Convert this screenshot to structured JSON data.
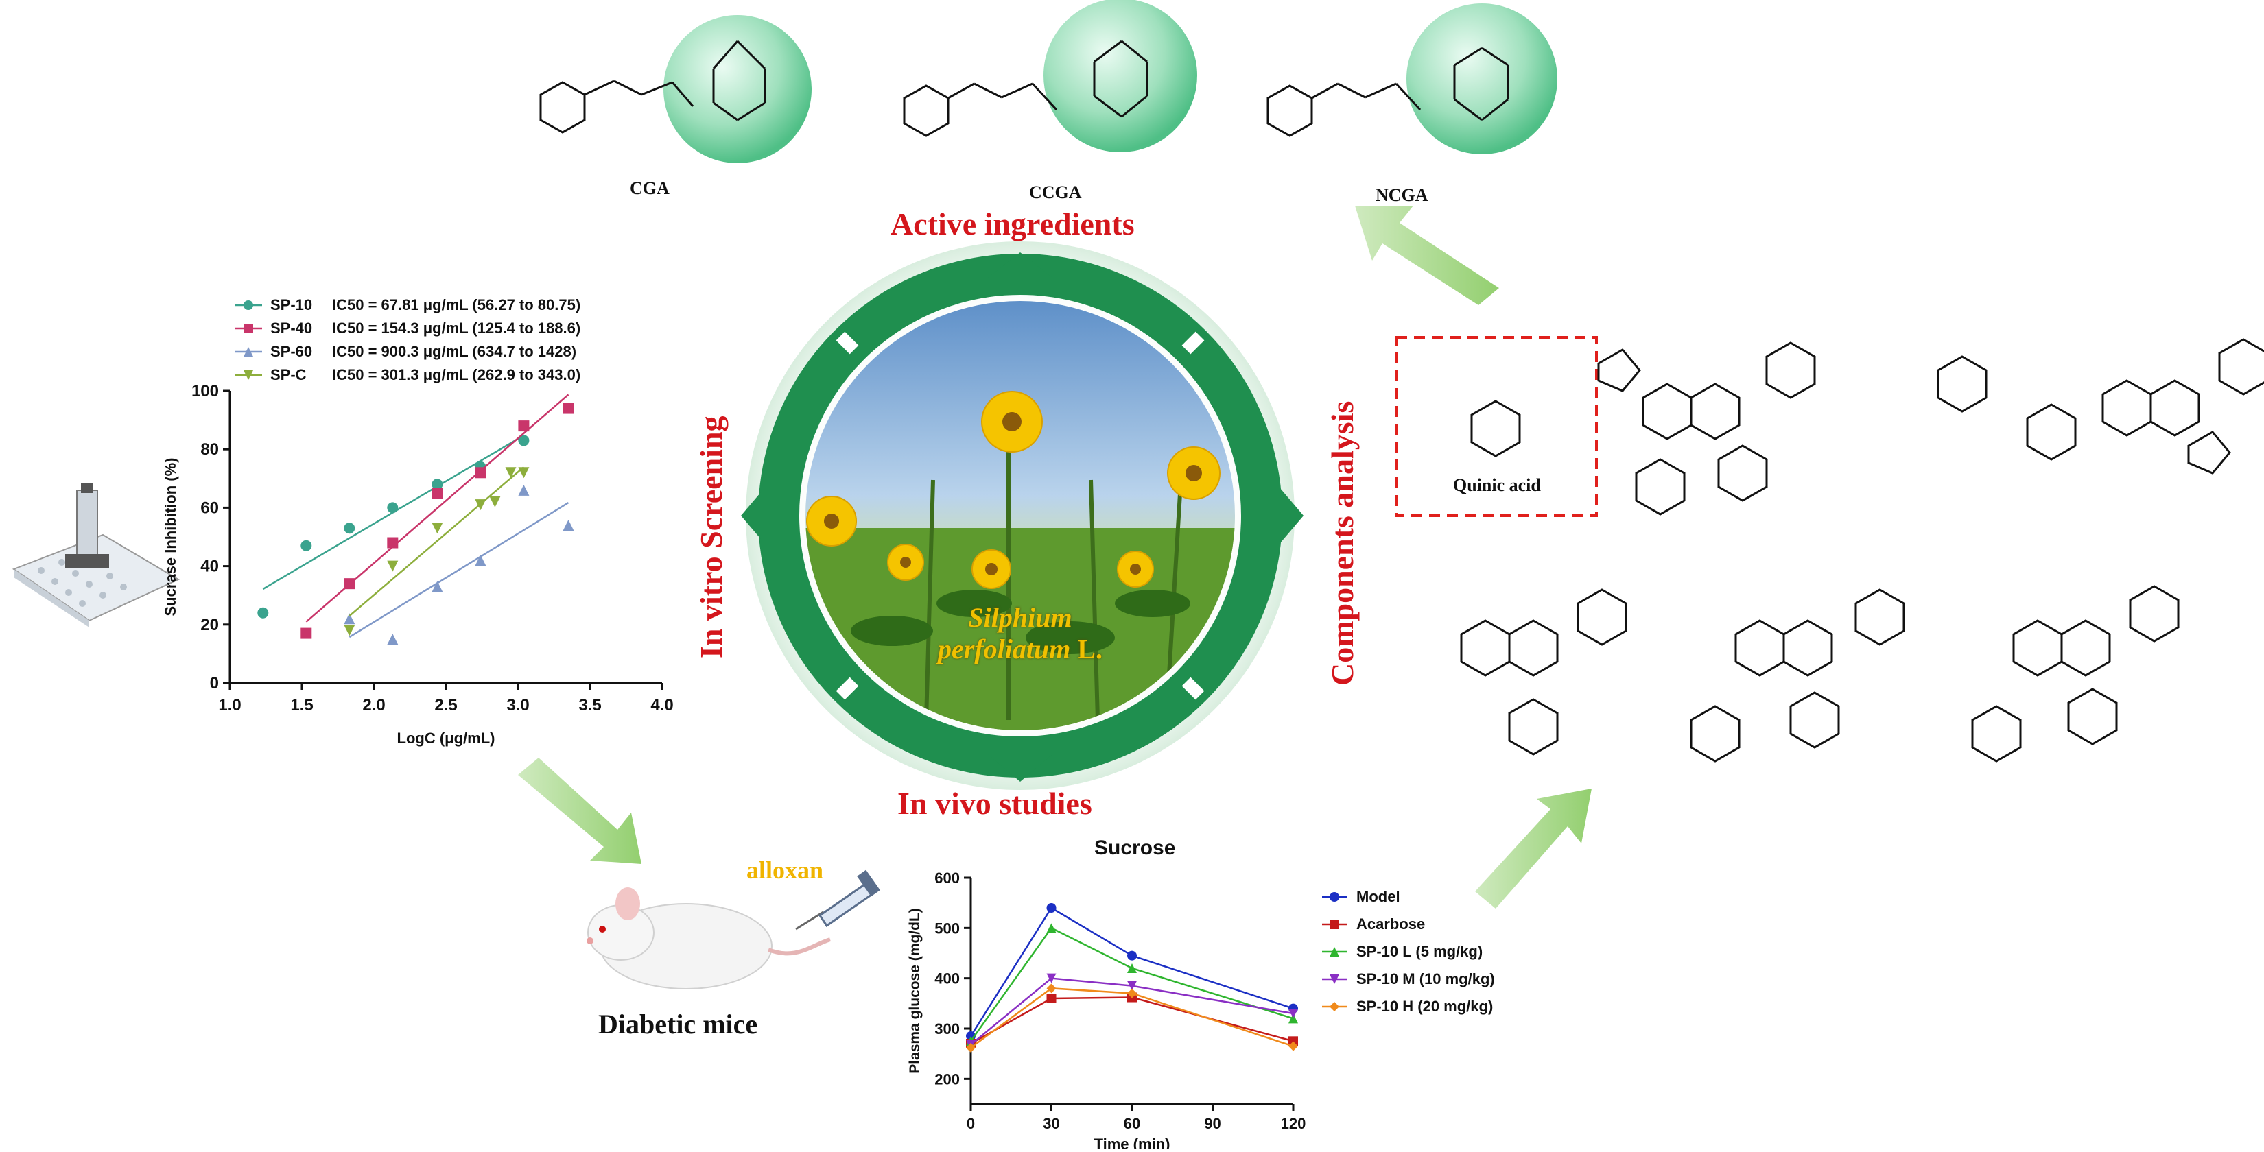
{
  "sections": {
    "active_ingredients": "Active ingredients",
    "in_vitro": "In vitro Screening",
    "components": "Components analysis",
    "in_vivo": "In vivo studies"
  },
  "center": {
    "line1": "Silphium",
    "line2": "perfoliatum",
    "line3": "L."
  },
  "molecules": {
    "cga": "CGA",
    "ccga": "CCGA",
    "ncga": "NCGA",
    "quinic": "Quinic acid"
  },
  "mouse": {
    "label": "Diabetic mice",
    "agent": "alloxan"
  },
  "colors": {
    "accent_red": "#d4161c",
    "green_dark": "#1f8f4f",
    "arrow_green": "#a8d88a",
    "alloxan": "#f0b400"
  },
  "chart_data": [
    {
      "type": "scatter",
      "title": "",
      "xlabel": "LogC (μg/mL)",
      "ylabel": "Sucrase Inhibition (%)",
      "xlim": [
        1.0,
        4.0
      ],
      "ylim": [
        0,
        100
      ],
      "xticks": [
        "1.0",
        "1.5",
        "2.0",
        "2.5",
        "3.0",
        "3.5",
        "4.0"
      ],
      "yticks": [
        "0",
        "20",
        "40",
        "60",
        "80",
        "100"
      ],
      "legend_position": "top-left",
      "series": [
        {
          "name": "SP-10",
          "ic50_text": "IC50 = 67.81 μg/mL (56.27 to 80.75)",
          "color": "#3aa38e",
          "marker": "circle",
          "x": [
            1.23,
            1.53,
            1.83,
            2.13,
            2.44,
            2.74,
            3.04
          ],
          "y": [
            24,
            47,
            53,
            60,
            68,
            74,
            83
          ]
        },
        {
          "name": "SP-40",
          "ic50_text": "IC50 = 154.3 μg/mL (125.4 to 188.6)",
          "color": "#c9356a",
          "marker": "square",
          "x": [
            1.53,
            1.83,
            2.13,
            2.44,
            2.74,
            3.04,
            3.35
          ],
          "y": [
            17,
            34,
            48,
            65,
            72,
            88,
            94
          ]
        },
        {
          "name": "SP-60",
          "ic50_text": "IC50 = 900.3 μg/mL (634.7 to 1428)",
          "color": "#7f98c8",
          "marker": "triangle-up",
          "x": [
            1.83,
            2.13,
            2.44,
            2.74,
            3.04,
            3.35
          ],
          "y": [
            22,
            15,
            33,
            42,
            66,
            54
          ]
        },
        {
          "name": "SP-C",
          "ic50_text": "IC50 = 301.3 μg/mL (262.9 to 343.0)",
          "color": "#8dae3c",
          "marker": "triangle-down",
          "x": [
            1.83,
            2.13,
            2.44,
            2.74,
            2.84,
            2.95,
            3.04
          ],
          "y": [
            18,
            40,
            53,
            61,
            62,
            72,
            72
          ]
        }
      ]
    },
    {
      "type": "line",
      "title": "Sucrose",
      "xlabel": "Time (min)",
      "ylabel": "Plasma glucose (mg/dL)",
      "xlim": [
        0,
        120
      ],
      "ylim": [
        150,
        600
      ],
      "xticks": [
        "0",
        "30",
        "60",
        "90",
        "120"
      ],
      "yticks": [
        "200",
        "300",
        "400",
        "500",
        "600"
      ],
      "legend_position": "right",
      "x": [
        0,
        30,
        60,
        120
      ],
      "series": [
        {
          "name": "Model",
          "color": "#1b2fc4",
          "marker": "circle",
          "values": [
            285,
            540,
            445,
            340
          ]
        },
        {
          "name": "Acarbose",
          "color": "#c41b1b",
          "marker": "square",
          "values": [
            270,
            360,
            362,
            275
          ]
        },
        {
          "name": "SP-10 L (5 mg/kg)",
          "color": "#2fb52f",
          "marker": "triangle-up",
          "values": [
            275,
            500,
            420,
            320
          ]
        },
        {
          "name": "SP-10 M (10 mg/kg)",
          "color": "#8a2fc4",
          "marker": "triangle-down",
          "values": [
            268,
            400,
            385,
            330
          ]
        },
        {
          "name": "SP-10 H (20 mg/kg)",
          "color": "#f08a1b",
          "marker": "diamond",
          "values": [
            262,
            380,
            370,
            265
          ]
        }
      ]
    }
  ]
}
